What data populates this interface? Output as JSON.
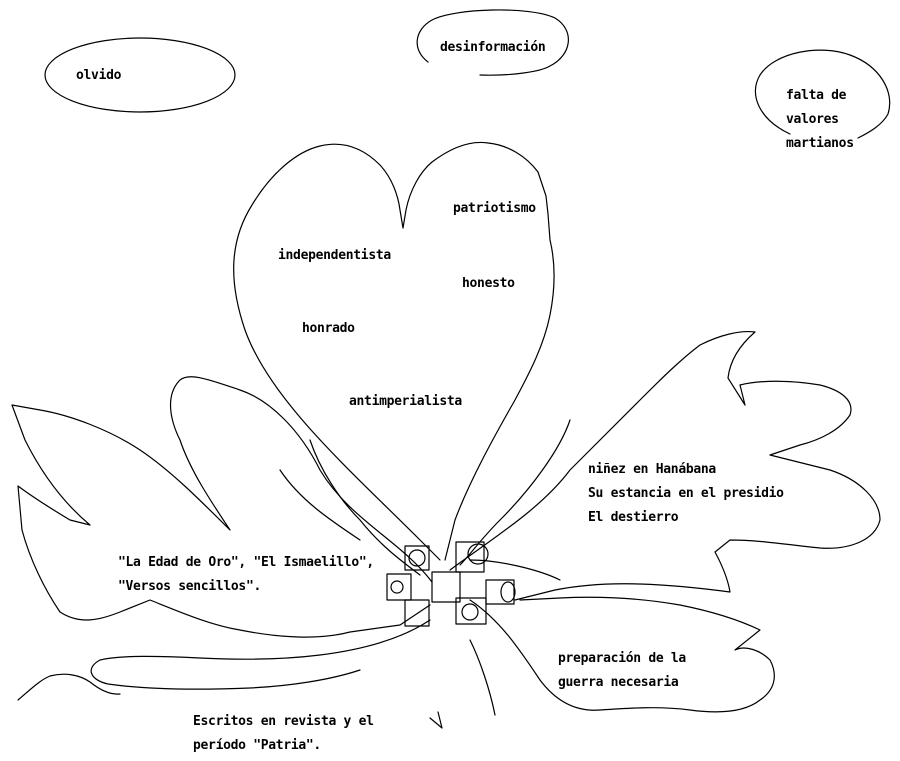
{
  "colors": {
    "background": "#ffffff",
    "ink": "#000000"
  },
  "ovals": {
    "olvido": "olvido",
    "desinformacion": "desinformación",
    "falta": [
      "falta de",
      "valores",
      "martianos"
    ]
  },
  "heart": {
    "patriotismo": "patriotismo",
    "independentista": "independentista",
    "honesto": "honesto",
    "honrado": "honrado",
    "antimperialista": "antimperialista"
  },
  "right_leaf": [
    "niñez en Hanábana",
    "Su estancia en el presidio",
    "El destierro"
  ],
  "left_leaf": [
    "\"La Edad de Oro\", \"El Ismaelillo\",",
    "\"Versos sencillos\"."
  ],
  "lower_right": [
    "preparación de la",
    "guerra necesaria"
  ],
  "bottom": [
    "Escritos en revista y el",
    "período \"Patria\"."
  ]
}
